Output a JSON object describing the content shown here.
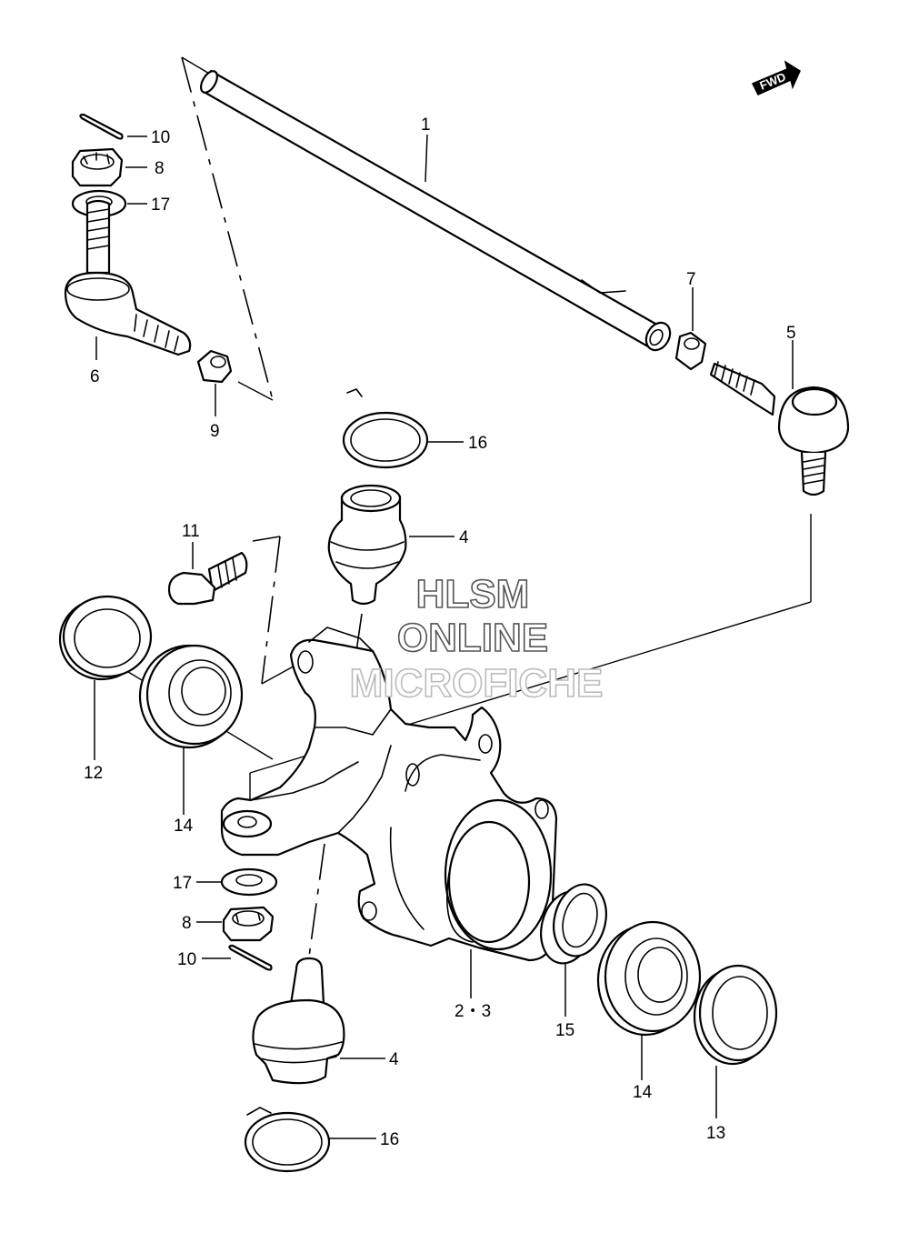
{
  "labels": {
    "p1": "1",
    "p4a": "4",
    "p4b": "4",
    "p5": "5",
    "p6": "6",
    "p7": "7",
    "p8a": "8",
    "p8b": "8",
    "p9": "9",
    "p10a": "10",
    "p10b": "10",
    "p11": "11",
    "p12": "12",
    "p13": "13",
    "p14a": "14",
    "p14b": "14",
    "p15": "15",
    "p16a": "16",
    "p16b": "16",
    "p17a": "17",
    "p17b": "17",
    "p23": "2・3"
  },
  "watermark": {
    "line1": "HLSM",
    "line2": "ONLINE",
    "line3": "MICROFICHE"
  },
  "fwd_badge": "FWD"
}
